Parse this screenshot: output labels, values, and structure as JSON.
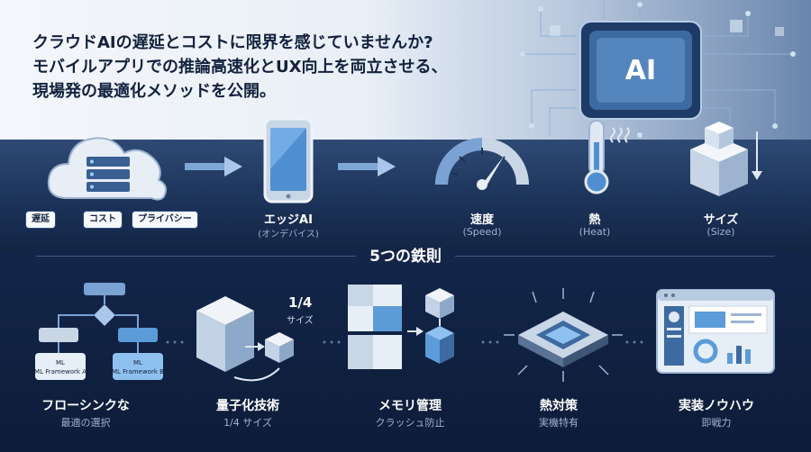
{
  "headline": {
    "line1": "クラウドAIの遅延とコストに限界を感じていませんか?",
    "line2": "モバイルアプリでの推論高速化とUX向上を両立させる、",
    "line3": "現場発の最適化メソッドを公開。"
  },
  "chip_label": "AI",
  "cloud_tags": [
    "遅延",
    "コスト",
    "プライバシー"
  ],
  "top_flow": [
    {
      "title": "エッジAI",
      "sub": "(オンデバイス)",
      "icon": "smartphone-icon"
    },
    {
      "title": "速度",
      "sub": "(Speed)",
      "icon": "speedometer-icon"
    },
    {
      "title": "熱",
      "sub": "(Heat)",
      "icon": "thermometer-icon"
    },
    {
      "title": "サイズ",
      "sub": "(Size)",
      "icon": "cube-shrink-icon"
    }
  ],
  "section_title": "5つの鉄則",
  "rules": [
    {
      "title": "フローシンクな",
      "sub": "最適の選択",
      "icon": "flowchart-icon"
    },
    {
      "title": "量子化技術",
      "sub": "1/4 サイズ",
      "icon": "quantize-cube-icon"
    },
    {
      "title": "メモリ管理",
      "sub": "クラッシュ防止",
      "icon": "memory-blocks-icon"
    },
    {
      "title": "熱対策",
      "sub": "実機特有",
      "icon": "cpu-heat-icon"
    },
    {
      "title": "実装ノウハウ",
      "sub": "即戦力",
      "icon": "dashboard-window-icon"
    }
  ],
  "flowchart_boxes": [
    "ML Framework A",
    "ML Framework B"
  ],
  "quantize_label": {
    "fraction": "1/4",
    "word": "サイズ"
  },
  "colors": {
    "navy": "#0c1a33",
    "accent": "#5b9bd8",
    "text_dark": "#12213d"
  }
}
